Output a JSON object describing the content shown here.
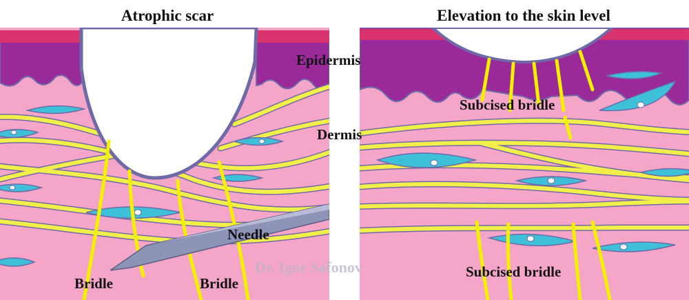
{
  "left_panel": {
    "title": "Atrophic scar",
    "labels": {
      "epidermis": "Epidermis",
      "dermis": "Dermis",
      "needle": "Needle",
      "bridle_left": "Bridle",
      "bridle_right": "Bridle"
    }
  },
  "right_panel": {
    "title": "Elevation to the skin level",
    "labels": {
      "subcised_bridle_top": "Subcised bridle",
      "subcised_bridle_bottom": "Subcised bridle"
    }
  },
  "watermark": "Dr. Igor Safonov",
  "colors": {
    "epidermis_top": "#d8336f",
    "epidermis": "#9a2a9a",
    "dermis": "#f5a6c8",
    "fiber": "#f2ee4a",
    "bridle": "#f5f000",
    "cell": "#3ec1d8",
    "outline": "#6e6aa8",
    "needle": "#8e93b8"
  }
}
